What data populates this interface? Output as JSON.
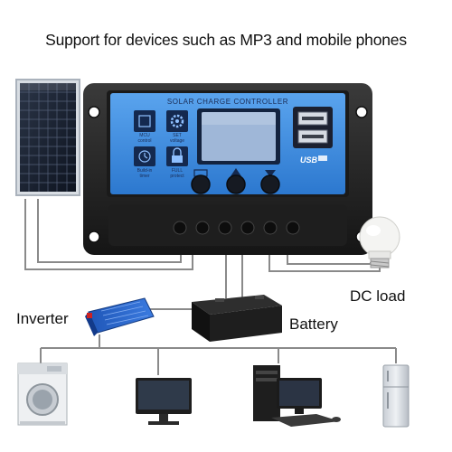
{
  "headline": "Support for devices such as MP3 and mobile phones",
  "labels": {
    "inverter": "Inverter",
    "battery": "Battery",
    "dc_load": "DC load"
  },
  "controller": {
    "title": "SOLAR CHARGE CONTROLLER",
    "mode_labels": {
      "mcu": [
        "MCU",
        "control"
      ],
      "set": [
        "SET",
        "voltage"
      ],
      "timer": [
        "Build-in",
        "timer"
      ],
      "protect": [
        "FULL",
        "protect"
      ]
    },
    "usb_label": "USB",
    "colors": {
      "panel_blue": "#3d8de0",
      "body": "#2a2a2a",
      "lcd": "#9fb7d8"
    }
  },
  "icons": [
    "solar-panel",
    "charge-controller",
    "usb-port",
    "light-bulb",
    "inverter",
    "battery",
    "washing-machine",
    "monitor",
    "desktop-computer",
    "refrigerator"
  ]
}
